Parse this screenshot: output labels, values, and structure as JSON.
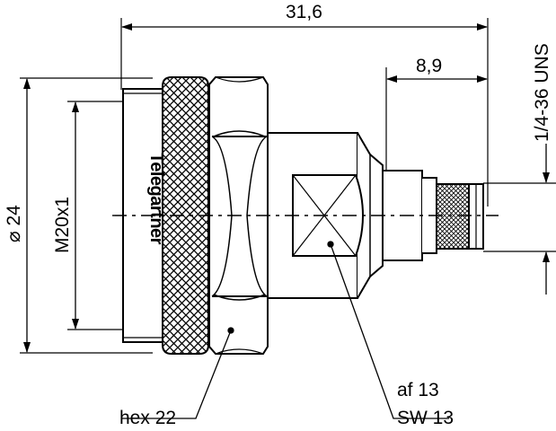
{
  "dimensions": {
    "overall_length": "31,6",
    "pin_length": "8,9",
    "thread_right": "1/4-36 UNS",
    "outer_diameter": "⌀ 24",
    "thread_left": "M20x1"
  },
  "callouts": {
    "hex_nut": "hex 22",
    "flats_line1": "af 13",
    "flats_line2": "SW 13"
  },
  "logo_text": "Telegärtner",
  "colors": {
    "line": "#000000",
    "background": "#ffffff"
  }
}
